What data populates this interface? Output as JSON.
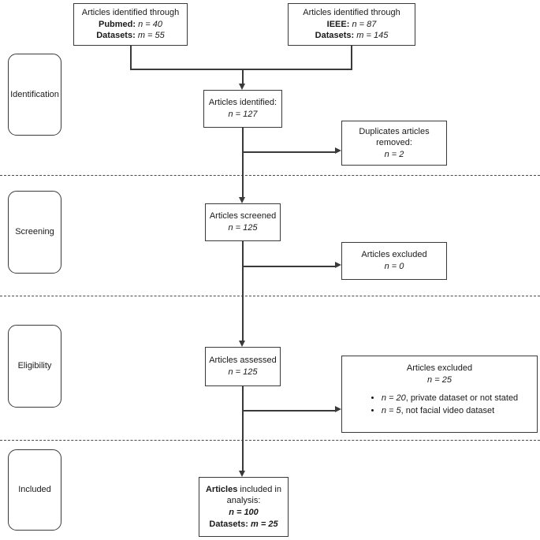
{
  "diagram": {
    "stages": [
      {
        "label": "Identification"
      },
      {
        "label": "Screening"
      },
      {
        "label": "Eligibility"
      },
      {
        "label": "Included"
      }
    ],
    "sources": [
      {
        "line1": "Articles identified through",
        "name": "Pubmed:",
        "count": "n = 40",
        "datasets_label": "Datasets:",
        "datasets_count": "m = 55"
      },
      {
        "line1": "Articles identified through",
        "name": "IEEE:",
        "count": "n = 87",
        "datasets_label": "Datasets:",
        "datasets_count": "m = 145"
      }
    ],
    "flow": {
      "identified": {
        "title": "Articles identified:",
        "count": "n = 127"
      },
      "screened": {
        "title": "Articles screened",
        "count": "n = 125"
      },
      "assessed": {
        "title": "Articles assessed",
        "count": "n = 125"
      },
      "included": {
        "title_bold": "Articles",
        "title_rest": " included in",
        "line2": "analysis:",
        "count": "n = 100",
        "datasets_label": "Datasets:",
        "datasets_count": "m = 25"
      }
    },
    "side": {
      "duplicates": {
        "line1": "Duplicates articles",
        "line2": "removed:",
        "count": "n = 2"
      },
      "excluded_screening": {
        "line1": "Articles excluded",
        "count": "n = 0"
      },
      "excluded_eligibility": {
        "line1": "Articles excluded",
        "count": "n = 25",
        "reasons": [
          {
            "em": "n = 20",
            "text": ", private dataset or not stated"
          },
          {
            "em": "n = 5",
            "text": ", not facial video dataset"
          }
        ]
      }
    }
  },
  "palette": {
    "line": "#3a3a3a",
    "background": "#ffffff",
    "text": "#1a1a1a"
  }
}
